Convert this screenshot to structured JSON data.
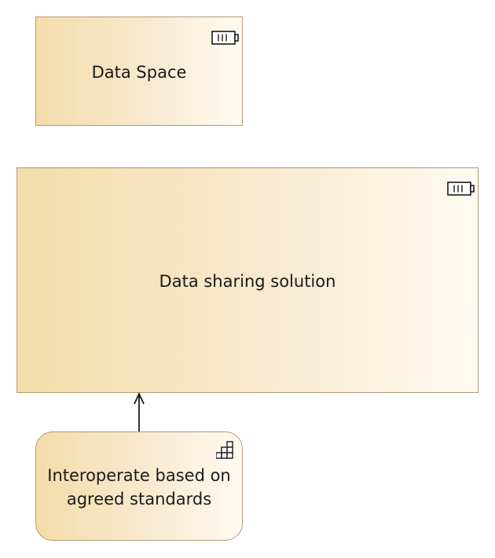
{
  "diagram": {
    "nodes": {
      "data_space": {
        "label": "Data Space",
        "icon": "equipment-icon"
      },
      "data_sharing_solution": {
        "label": "Data sharing solution",
        "icon": "equipment-icon"
      },
      "interoperate": {
        "label": "Interoperate based on agreed standards",
        "icon": "technology-function-icon"
      }
    },
    "relations": [
      {
        "from": "interoperate",
        "to": "data_sharing_solution",
        "type": "influence"
      }
    ],
    "colors": {
      "node_fill_start": "#f4dcaa",
      "node_fill_end": "#fffaf1",
      "node_border": "#b69a73",
      "text": "#1a1a1a",
      "relation_line": "#1a1a1a"
    }
  }
}
